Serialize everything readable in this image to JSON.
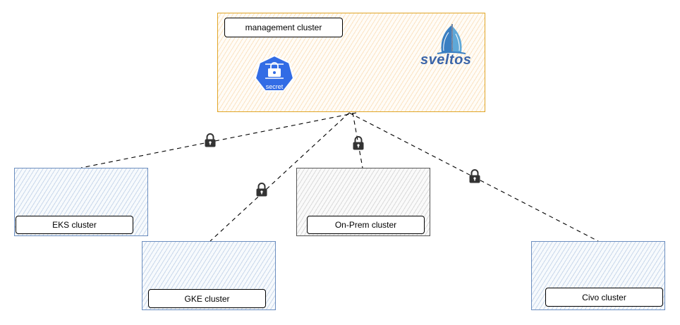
{
  "management": {
    "label": "management cluster",
    "secret_label": "secret",
    "logo_text": "sveltos",
    "logo_icon": "sailboat-icon",
    "secret_icon": "kubernetes-secret-icon"
  },
  "clusters": [
    {
      "key": "eks",
      "label": "EKS cluster"
    },
    {
      "key": "gke",
      "label": "GKE cluster"
    },
    {
      "key": "onprem",
      "label": "On-Prem cluster"
    },
    {
      "key": "civo",
      "label": "Civo cluster"
    }
  ],
  "connection_icon": "padlock-icon",
  "colors": {
    "management_border": "#e0a526",
    "cloud_border": "#6c8ebf",
    "onprem_border": "#555555",
    "secret_badge": "#326ce5",
    "logo": "#3a64a8"
  }
}
